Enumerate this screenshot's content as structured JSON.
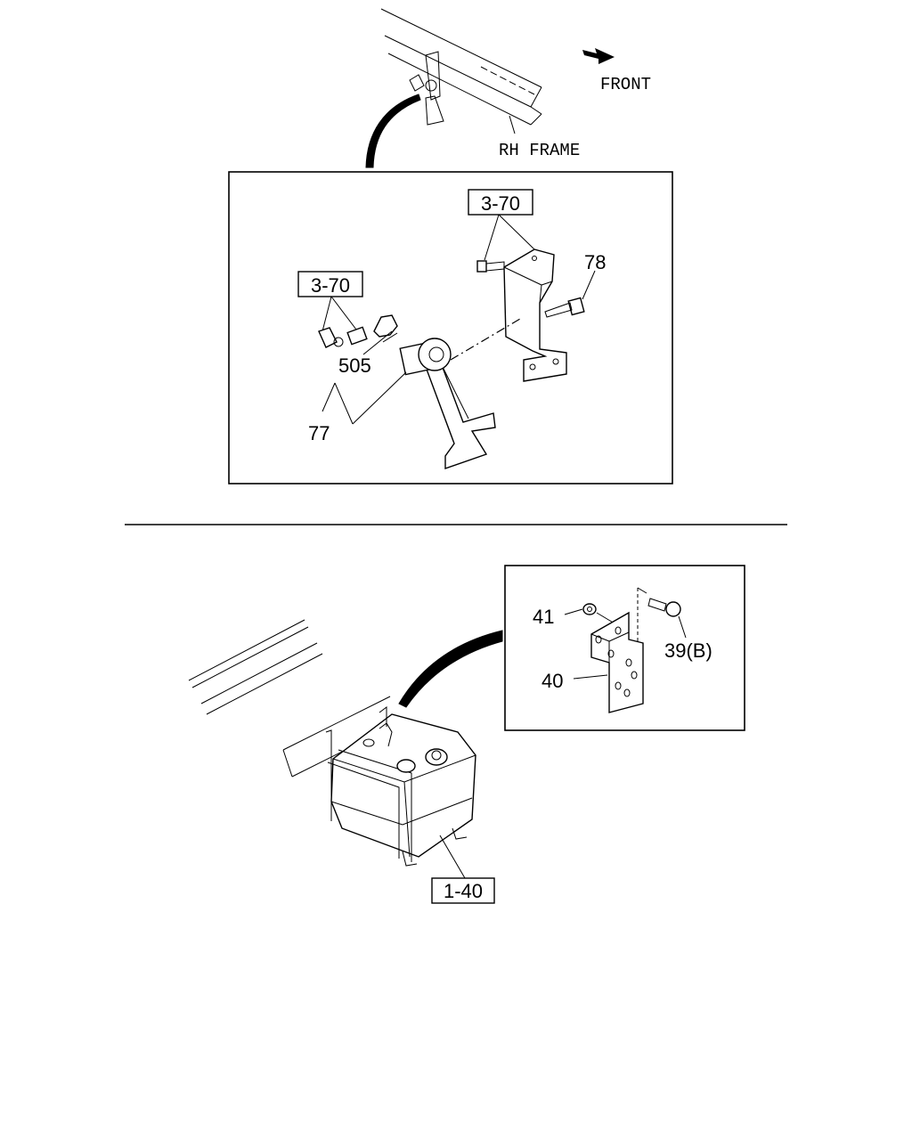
{
  "top_diagram": {
    "orientation_label": "FRONT",
    "frame_label": "RH FRAME",
    "callouts": {
      "ref_upper": "3-70",
      "ref_left": "3-70",
      "bolt": "78",
      "elbow": "505",
      "horn": "77"
    }
  },
  "bottom_diagram": {
    "callouts": {
      "nut": "41",
      "bolt": "39(B)",
      "bracket": "40",
      "tank_ref": "1-40"
    }
  }
}
